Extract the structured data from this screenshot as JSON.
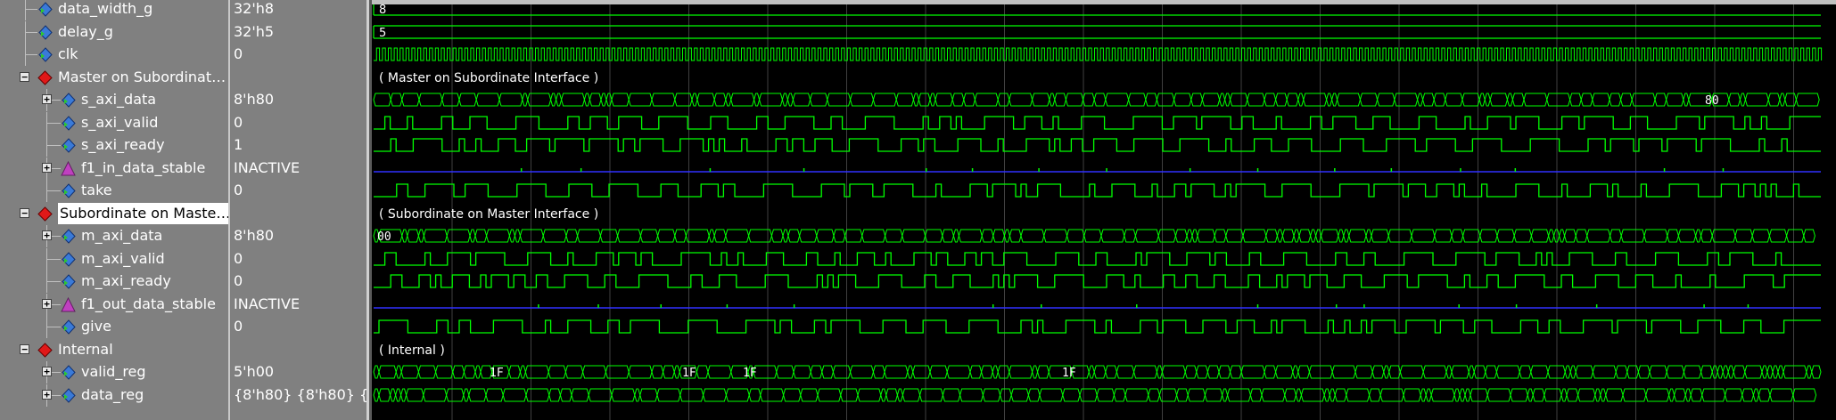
{
  "signals": [
    {
      "name": "data_width_g",
      "value": "32'h8",
      "indent": 2,
      "icon": "param",
      "expander": "none",
      "wave": "const",
      "wave_text": "8"
    },
    {
      "name": "delay_g",
      "value": "32'h5",
      "indent": 2,
      "icon": "param",
      "expander": "none",
      "wave": "const",
      "wave_text": "5"
    },
    {
      "name": "clk",
      "value": "0",
      "indent": 2,
      "icon": "param",
      "expander": "none",
      "wave": "clock",
      "wave_text": ""
    },
    {
      "name": "Master on Subordinat…",
      "value": "",
      "indent": 0,
      "icon": "group",
      "expander": "minus",
      "wave": "group",
      "wave_text": "( Master on Subordinate Interface )"
    },
    {
      "name": "s_axi_data",
      "value": "8'h80",
      "indent": 1,
      "icon": "signal",
      "expander": "plus",
      "wave": "bus",
      "wave_text": "80"
    },
    {
      "name": "s_axi_valid",
      "value": "0",
      "indent": 1,
      "icon": "signal",
      "expander": "none",
      "wave": "digital",
      "wave_text": ""
    },
    {
      "name": "s_axi_ready",
      "value": "1",
      "indent": 1,
      "icon": "signal",
      "expander": "none",
      "wave": "digital",
      "wave_text": ""
    },
    {
      "name": "f1_in_data_stable",
      "value": "INACTIVE",
      "indent": 1,
      "icon": "assert",
      "expander": "plus",
      "wave": "assert",
      "wave_text": ""
    },
    {
      "name": "take",
      "value": "0",
      "indent": 1,
      "icon": "signal",
      "expander": "none",
      "wave": "digital",
      "wave_text": ""
    },
    {
      "name": "Subordinate on Maste…",
      "value": "",
      "indent": 0,
      "icon": "group",
      "expander": "minus",
      "wave": "group",
      "wave_text": "( Subordinate on Master Interface )",
      "selected": true
    },
    {
      "name": "m_axi_data",
      "value": "8'h80",
      "indent": 1,
      "icon": "signal",
      "expander": "plus",
      "wave": "bus",
      "wave_text": "00"
    },
    {
      "name": "m_axi_valid",
      "value": "0",
      "indent": 1,
      "icon": "signal",
      "expander": "none",
      "wave": "digital",
      "wave_text": ""
    },
    {
      "name": "m_axi_ready",
      "value": "0",
      "indent": 1,
      "icon": "signal",
      "expander": "none",
      "wave": "digital",
      "wave_text": ""
    },
    {
      "name": "f1_out_data_stable",
      "value": "INACTIVE",
      "indent": 1,
      "icon": "assert",
      "expander": "plus",
      "wave": "assert",
      "wave_text": ""
    },
    {
      "name": "give",
      "value": "0",
      "indent": 1,
      "icon": "signal",
      "expander": "none",
      "wave": "digital",
      "wave_text": ""
    },
    {
      "name": "Internal",
      "value": "",
      "indent": 0,
      "icon": "group",
      "expander": "minus",
      "wave": "group",
      "wave_text": "( Internal )"
    },
    {
      "name": "valid_reg",
      "value": "5'h00",
      "indent": 1,
      "icon": "signal",
      "expander": "plus",
      "wave": "bus",
      "wave_text": "1F"
    },
    {
      "name": "data_reg",
      "value": "{8'h80} {8'h80} {…",
      "indent": 1,
      "icon": "signal",
      "expander": "plus",
      "wave": "bus",
      "wave_text": ""
    }
  ],
  "bus_labels": [
    {
      "text": "1F",
      "row": 16
    },
    {
      "text": "1F",
      "row": 16
    },
    {
      "text": "1F",
      "row": 16
    },
    {
      "text": "1F",
      "row": 16
    }
  ],
  "colors": {
    "panel_bg": "#808080",
    "wave_bg": "#000000",
    "wave_green": "#00ff00",
    "assert_blue": "#3030ff",
    "grid": "#404040",
    "icon_blue": "#3a7ad8",
    "icon_green": "#2ec82e",
    "icon_red": "#e01818",
    "icon_magenta": "#c040c0"
  },
  "icons": {
    "param": "diamond-param-icon",
    "signal": "diamond-signal-icon",
    "group": "red-diamond-group-icon",
    "assert": "triangle-assertion-icon"
  }
}
